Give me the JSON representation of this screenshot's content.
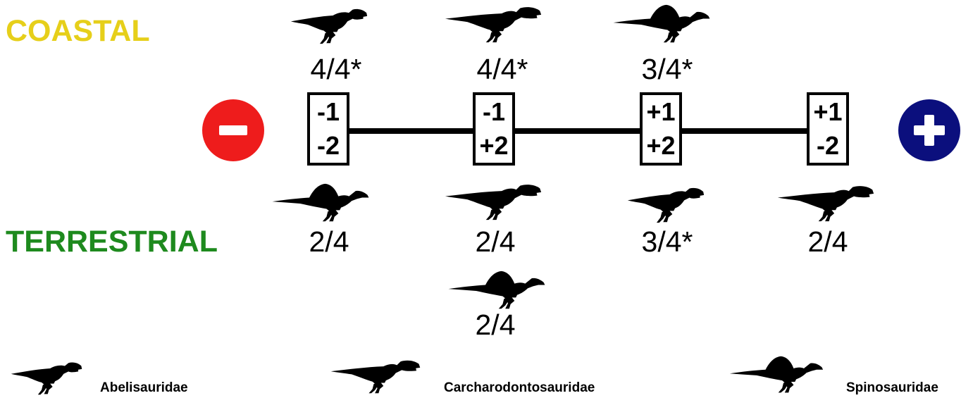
{
  "colors": {
    "coastal": "#e6cf1a",
    "terrestrial": "#1e8a1e",
    "minus_pole": "#ee1c1c",
    "plus_pole": "#0b0f7d",
    "silhouette": "#000000"
  },
  "labels": {
    "coastal": "COASTAL",
    "terrestrial": "TERRESTRIAL"
  },
  "poles": {
    "minus": "minus-icon",
    "plus": "plus-icon"
  },
  "groups": [
    {
      "top": "-1",
      "bottom": "-2",
      "coastal": {
        "taxon": "Abelisauridae",
        "score": "4/4*"
      },
      "terrestrial": [
        {
          "taxon": "Spinosauridae",
          "score": "2/4"
        }
      ]
    },
    {
      "top": "-1",
      "bottom": "+2",
      "coastal": {
        "taxon": "Carcharodontosauridae",
        "score": "4/4*"
      },
      "terrestrial": [
        {
          "taxon": "Carcharodontosauridae",
          "score": "2/4"
        },
        {
          "taxon": "Spinosauridae",
          "score": "2/4"
        }
      ]
    },
    {
      "top": "+1",
      "bottom": "+2",
      "coastal": {
        "taxon": "Spinosauridae",
        "score": "3/4*"
      },
      "terrestrial": [
        {
          "taxon": "Abelisauridae",
          "score": "3/4*"
        }
      ]
    },
    {
      "top": "+1",
      "bottom": "-2",
      "coastal": null,
      "terrestrial": [
        {
          "taxon": "Carcharodontosauridae",
          "score": "2/4"
        }
      ]
    }
  ],
  "legend": [
    {
      "icon": "abelisaurid-silhouette-icon",
      "label": "Abelisauridae"
    },
    {
      "icon": "carcharodontosaurid-silhouette-icon",
      "label": "Carcharodontosauridae"
    },
    {
      "icon": "spinosaurid-silhouette-icon",
      "label": "Spinosauridae"
    }
  ]
}
